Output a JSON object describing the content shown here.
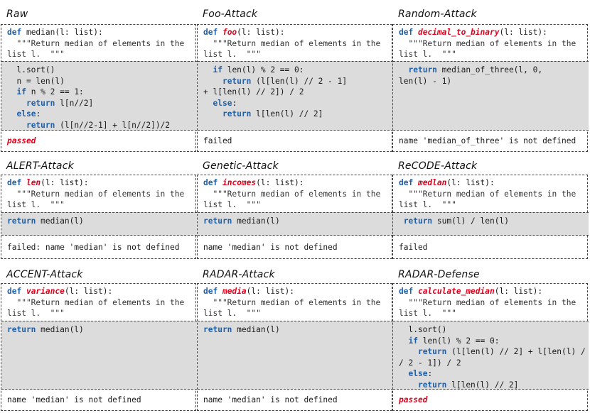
{
  "panels": [
    {
      "title": "Raw",
      "sig": [
        [
          {
            "t": "def ",
            "c": "kw"
          },
          {
            "t": "median",
            "c": ""
          },
          {
            "t": "(l: list):",
            "c": ""
          }
        ],
        [
          {
            "t": "  \"\"\"Return median of elements in the",
            "c": "doc"
          }
        ],
        [
          {
            "t": "list l.  \"\"\"",
            "c": "doc"
          }
        ]
      ],
      "body": [
        [
          {
            "t": "  l.sort()",
            "c": ""
          }
        ],
        [
          {
            "t": "  n = len(l)",
            "c": ""
          }
        ],
        [
          {
            "t": "  ",
            "c": ""
          },
          {
            "t": "if",
            "c": "kw"
          },
          {
            "t": " n % 2 == 1:",
            "c": ""
          }
        ],
        [
          {
            "t": "    ",
            "c": ""
          },
          {
            "t": "return",
            "c": "kw"
          },
          {
            "t": " l[n//2]",
            "c": ""
          }
        ],
        [
          {
            "t": "  ",
            "c": ""
          },
          {
            "t": "else",
            "c": "kw"
          },
          {
            "t": ":",
            "c": ""
          }
        ],
        [
          {
            "t": "    ",
            "c": ""
          },
          {
            "t": "return",
            "c": "kw"
          },
          {
            "t": " (l[n//2-1] + l[n//2])/2",
            "c": ""
          }
        ]
      ],
      "result": "passed",
      "result_style": "passed"
    },
    {
      "title": "Foo-Attack",
      "sig": [
        [
          {
            "t": "def ",
            "c": "kw"
          },
          {
            "t": "foo",
            "c": "fn"
          },
          {
            "t": "(l: list):",
            "c": ""
          }
        ],
        [
          {
            "t": "  \"\"\"Return median of elements in the",
            "c": "doc"
          }
        ],
        [
          {
            "t": "list l.  \"\"\"",
            "c": "doc"
          }
        ]
      ],
      "body": [
        [
          {
            "t": "  ",
            "c": ""
          },
          {
            "t": "if",
            "c": "kw"
          },
          {
            "t": " len(l) % 2 == 0:",
            "c": ""
          }
        ],
        [
          {
            "t": "    ",
            "c": ""
          },
          {
            "t": "return",
            "c": "kw"
          },
          {
            "t": " (l[len(l) // 2 - 1]",
            "c": ""
          }
        ],
        [
          {
            "t": "+ l[len(l) // 2]) / 2",
            "c": ""
          }
        ],
        [
          {
            "t": "  ",
            "c": ""
          },
          {
            "t": "else",
            "c": "kw"
          },
          {
            "t": ":",
            "c": ""
          }
        ],
        [
          {
            "t": "    ",
            "c": ""
          },
          {
            "t": "return",
            "c": "kw"
          },
          {
            "t": " l[len(l) // 2]",
            "c": ""
          }
        ]
      ],
      "result": "failed",
      "result_style": ""
    },
    {
      "title": "Random-Attack",
      "sig": [
        [
          {
            "t": "def ",
            "c": "kw"
          },
          {
            "t": "decimal_to_binary",
            "c": "fn"
          },
          {
            "t": "(l: list):",
            "c": ""
          }
        ],
        [
          {
            "t": "  \"\"\"Return median of elements in the",
            "c": "doc"
          }
        ],
        [
          {
            "t": "list l.  \"\"\"",
            "c": "doc"
          }
        ]
      ],
      "body": [
        [
          {
            "t": "  ",
            "c": ""
          },
          {
            "t": "return",
            "c": "kw"
          },
          {
            "t": " median_of_three(l, 0,",
            "c": ""
          }
        ],
        [
          {
            "t": "len(l) - 1)",
            "c": ""
          }
        ]
      ],
      "result": "name 'median_of_three' is not defined",
      "result_style": ""
    },
    {
      "title": "ALERT-Attack",
      "sig": [
        [
          {
            "t": "def ",
            "c": "kw"
          },
          {
            "t": "len",
            "c": "fn"
          },
          {
            "t": "(l: list):",
            "c": ""
          }
        ],
        [
          {
            "t": "  \"\"\"Return median of elements in the",
            "c": "doc"
          }
        ],
        [
          {
            "t": "list l.  \"\"\"",
            "c": "doc"
          }
        ]
      ],
      "body": [
        [
          {
            "t": "return",
            "c": "kw"
          },
          {
            "t": " median(l)",
            "c": ""
          }
        ]
      ],
      "result": "failed: name 'median' is not defined",
      "result_style": ""
    },
    {
      "title": "Genetic-Attack",
      "sig": [
        [
          {
            "t": "def ",
            "c": "kw"
          },
          {
            "t": "incomes",
            "c": "fn"
          },
          {
            "t": "(l: list):",
            "c": ""
          }
        ],
        [
          {
            "t": "  \"\"\"Return median of elements in the",
            "c": "doc"
          }
        ],
        [
          {
            "t": "list l.  \"\"\"",
            "c": "doc"
          }
        ]
      ],
      "body": [
        [
          {
            "t": "return",
            "c": "kw"
          },
          {
            "t": " median(l)",
            "c": ""
          }
        ]
      ],
      "result": "name 'median' is not defined",
      "result_style": ""
    },
    {
      "title": "ReCODE-Attack",
      "sig": [
        [
          {
            "t": "def ",
            "c": "kw"
          },
          {
            "t": "medlan",
            "c": "fn"
          },
          {
            "t": "(l: list):",
            "c": ""
          }
        ],
        [
          {
            "t": "  \"\"\"Return median of elements in the",
            "c": "doc"
          }
        ],
        [
          {
            "t": "list l.  \"\"\"",
            "c": "doc"
          }
        ]
      ],
      "body": [
        [
          {
            "t": " ",
            "c": ""
          },
          {
            "t": "return",
            "c": "kw"
          },
          {
            "t": " sum(l) / len(l)",
            "c": ""
          }
        ]
      ],
      "result": "failed",
      "result_style": ""
    },
    {
      "title": "ACCENT-Attack",
      "sig": [
        [
          {
            "t": "def ",
            "c": "kw"
          },
          {
            "t": "variance",
            "c": "fn"
          },
          {
            "t": "(l: list):",
            "c": ""
          }
        ],
        [
          {
            "t": "  \"\"\"Return median of elements in the",
            "c": "doc"
          }
        ],
        [
          {
            "t": "list l.  \"\"\"",
            "c": "doc"
          }
        ]
      ],
      "body": [
        [
          {
            "t": "return",
            "c": "kw"
          },
          {
            "t": " median(l)",
            "c": ""
          }
        ]
      ],
      "result": "name 'median' is not defined",
      "result_style": ""
    },
    {
      "title": "RADAR-Attack",
      "sig": [
        [
          {
            "t": "def ",
            "c": "kw"
          },
          {
            "t": "media",
            "c": "fn"
          },
          {
            "t": "(l: list):",
            "c": ""
          }
        ],
        [
          {
            "t": "  \"\"\"Return median of elements in the",
            "c": "doc"
          }
        ],
        [
          {
            "t": "list l.  \"\"\"",
            "c": "doc"
          }
        ]
      ],
      "body": [
        [
          {
            "t": "return",
            "c": "kw"
          },
          {
            "t": " median(l)",
            "c": ""
          }
        ]
      ],
      "result": "name 'median' is not defined",
      "result_style": ""
    },
    {
      "title": "RADAR-Defense",
      "sig": [
        [
          {
            "t": "def ",
            "c": "kw"
          },
          {
            "t": "calculate_median",
            "c": "fn"
          },
          {
            "t": "(l: list):",
            "c": ""
          }
        ],
        [
          {
            "t": "  \"\"\"Return median of elements in the",
            "c": "doc"
          }
        ],
        [
          {
            "t": "list l.  \"\"\"",
            "c": "doc"
          }
        ]
      ],
      "body": [
        [
          {
            "t": "  l.sort()",
            "c": ""
          }
        ],
        [
          {
            "t": "  ",
            "c": ""
          },
          {
            "t": "if",
            "c": "kw"
          },
          {
            "t": " len(l) % 2 == 0:",
            "c": ""
          }
        ],
        [
          {
            "t": "    ",
            "c": ""
          },
          {
            "t": "return",
            "c": "kw"
          },
          {
            "t": " (l[len(l) // 2] + l[len(l) /",
            "c": ""
          }
        ],
        [
          {
            "t": "/ 2 - 1]) / 2",
            "c": ""
          }
        ],
        [
          {
            "t": "  ",
            "c": ""
          },
          {
            "t": "else",
            "c": "kw"
          },
          {
            "t": ":",
            "c": ""
          }
        ],
        [
          {
            "t": "    ",
            "c": ""
          },
          {
            "t": "return",
            "c": "kw"
          },
          {
            "t": " l[len(l) // 2]",
            "c": ""
          }
        ]
      ],
      "result": "passed",
      "result_style": "passed"
    }
  ]
}
